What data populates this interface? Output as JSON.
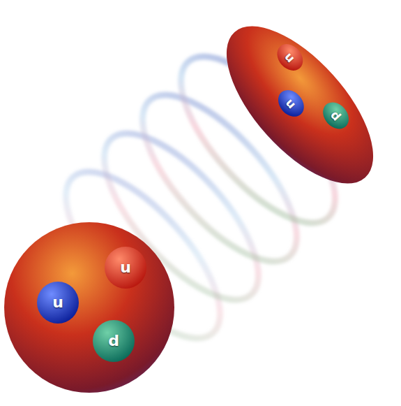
{
  "diagram": {
    "nodes": [
      {
        "text": []
      },
      {
        "text": [
          "u"
        ],
        "in": 0
      },
      {
        "text": [
          "u"
        ],
        "in": 0
      },
      {
        "text": [
          "d"
        ],
        "in": 0
      },
      {
        "text": []
      },
      {
        "text": [
          "u"
        ],
        "in": 4
      },
      {
        "text": [
          "u"
        ],
        "in": 4
      },
      {
        "text": [
          "d"
        ],
        "in": 4
      }
    ]
  }
}
